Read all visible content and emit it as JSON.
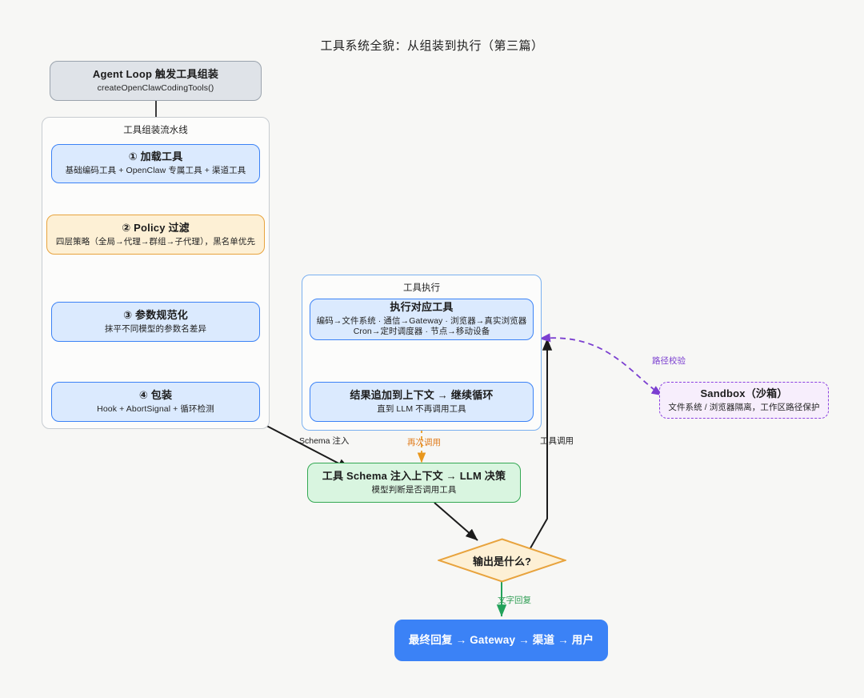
{
  "page": {
    "title": "工具系统全貌：从组装到执行（第三篇）",
    "background": "#f7f7f5"
  },
  "colors": {
    "blue_fill": "#dbeafe",
    "blue_stroke": "#3b82f6",
    "amber_fill": "#fdf0d5",
    "amber_stroke": "#e8a33d",
    "green_fill": "#d9f5e0",
    "green_stroke": "#34a853",
    "gray_fill": "#dfe3e8",
    "gray_stroke": "#9aa3ad",
    "purple_fill": "#f7eefc",
    "purple_stroke": "#8b3fe0",
    "strong_blue": "#3b82f6",
    "edge_black": "#1b1b1b"
  },
  "subgraphs": {
    "pipeline": {
      "title": "工具组装流水线"
    },
    "execution": {
      "title": "工具执行"
    }
  },
  "nodes": {
    "entry": {
      "title": "Agent Loop 触发工具组装",
      "subtitle": "createOpenClawCodingTools()"
    },
    "step1": {
      "title": "① 加载工具",
      "subtitle": "基础编码工具 + OpenClaw 专属工具 + 渠道工具"
    },
    "step2": {
      "title": "② Policy 过滤",
      "subtitle": "四层策略（全局→代理→群组→子代理），黑名单优先"
    },
    "step3": {
      "title": "③ 参数规范化",
      "subtitle": "抹平不同模型的参数名差异"
    },
    "step4": {
      "title": "④ 包装",
      "subtitle": "Hook + AbortSignal + 循环检测"
    },
    "exec_tool": {
      "title": "执行对应工具",
      "subtitle": "编码→文件系统 · 通信→Gateway · 浏览器→真实浏览器",
      "subtitle2": "Cron→定时调度器 · 节点→移动设备"
    },
    "append_result": {
      "title": "结果追加到上下文 → 继续循环",
      "subtitle": "直到 LLM 不再调用工具"
    },
    "schema_llm": {
      "title": "工具 Schema 注入上下文 → LLM 决策",
      "subtitle": "模型判断是否调用工具"
    },
    "sandbox": {
      "title": "Sandbox（沙箱）",
      "subtitle": "文件系统 / 浏览器隔离，工作区路径保护"
    },
    "decision": {
      "title": "输出是什么?"
    },
    "final": {
      "title": "最终回复 → Gateway → 渠道 → 用户"
    }
  },
  "edge_labels": {
    "schema_inject": "Schema 注入",
    "recall": "再次调用",
    "tool_call": "工具调用",
    "path_check": "路径校验",
    "text_reply": "文字回复"
  }
}
